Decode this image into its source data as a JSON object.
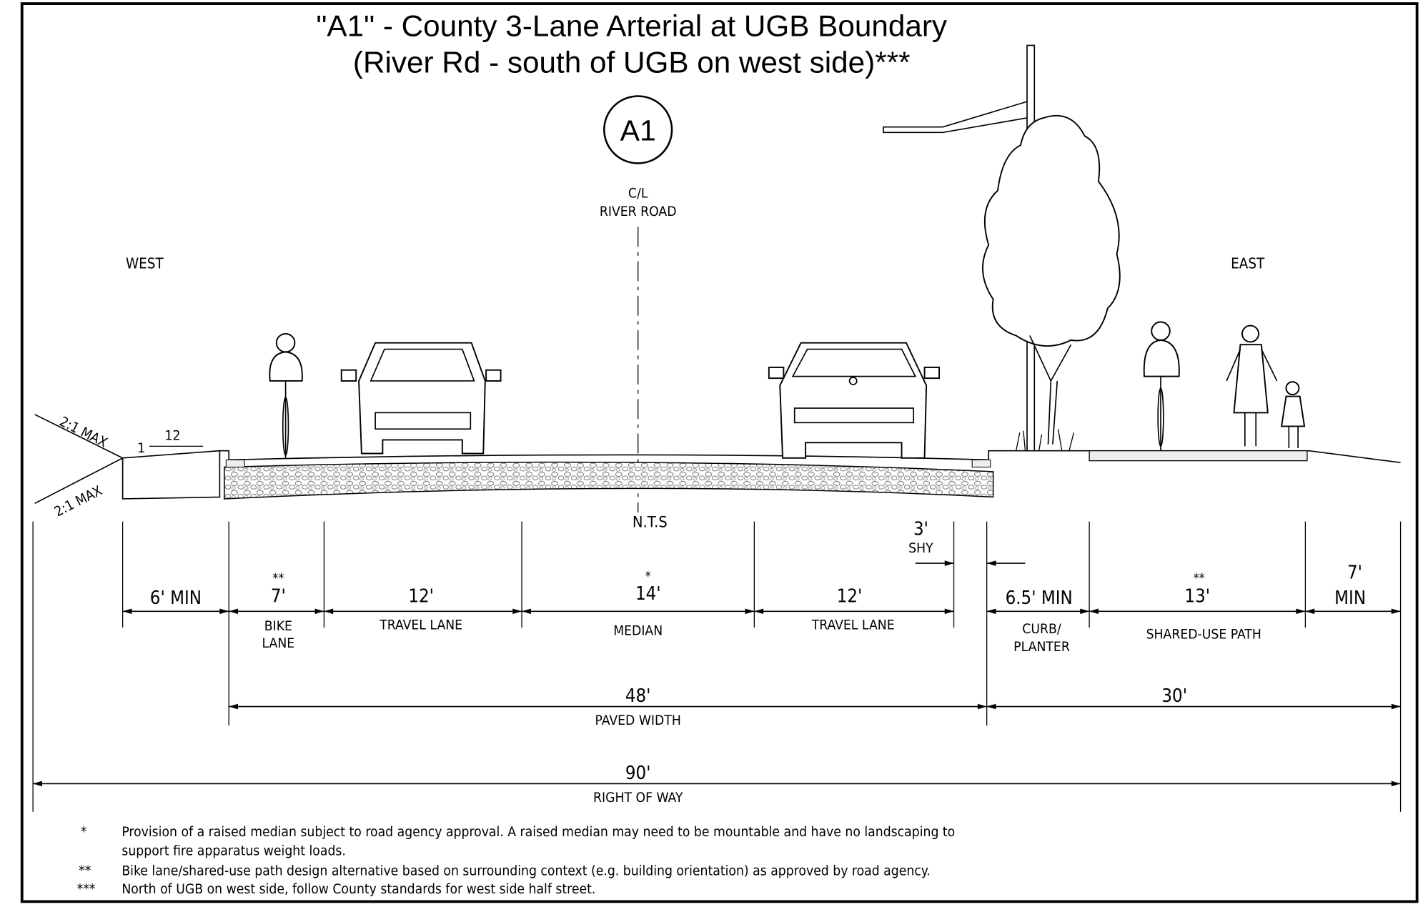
{
  "title": {
    "line1": "\"A1\" - County 3-Lane Arterial at UGB Boundary",
    "line2": "(River Rd - south of UGB on west side)***"
  },
  "section_marker": "A1",
  "centerline": {
    "line1": "C/L",
    "line2": "RIVER ROAD"
  },
  "directions": {
    "west": "WEST",
    "east": "EAST"
  },
  "scale_note": "N.T.S",
  "slopes": {
    "upper": "2:1 MAX",
    "lower": "2:1 MAX",
    "rise": "1",
    "run": "12"
  },
  "dimensions": {
    "west_buffer": {
      "value": "6' MIN",
      "label": ""
    },
    "bike_lane": {
      "note": "**",
      "value": "7'",
      "label1": "BIKE",
      "label2": "LANE"
    },
    "travel_lane_west": {
      "value": "12'",
      "label": "TRAVEL LANE"
    },
    "median": {
      "note": "*",
      "value": "14'",
      "label": "MEDIAN"
    },
    "travel_lane_east": {
      "value": "12'",
      "label": "TRAVEL LANE"
    },
    "shy": {
      "value": "3'",
      "label": "SHY"
    },
    "curb_planter": {
      "value": "6.5' MIN",
      "label1": "CURB/",
      "label2": "PLANTER"
    },
    "shared_use_path": {
      "note": "**",
      "value": "13'",
      "label": "SHARED-USE PATH"
    },
    "east_buffer": {
      "value": "7'",
      "label": "MIN"
    },
    "paved_width": {
      "value": "48'",
      "label": "PAVED WIDTH"
    },
    "east_side": {
      "value": "30'"
    },
    "right_of_way": {
      "value": "90'",
      "label": "RIGHT OF WAY"
    }
  },
  "footnotes": [
    {
      "mark": "*",
      "lines": [
        "Provision of a raised median subject to road agency approval. A raised median may need to be mountable and have no landscaping to",
        "support fire apparatus weight loads."
      ]
    },
    {
      "mark": "**",
      "lines": [
        "Bike lane/shared-use path design alternative based on surrounding context (e.g. building orientation) as approved by road agency."
      ]
    },
    {
      "mark": "***",
      "lines": [
        "North of UGB on west side, follow County standards for west side half street."
      ]
    }
  ]
}
